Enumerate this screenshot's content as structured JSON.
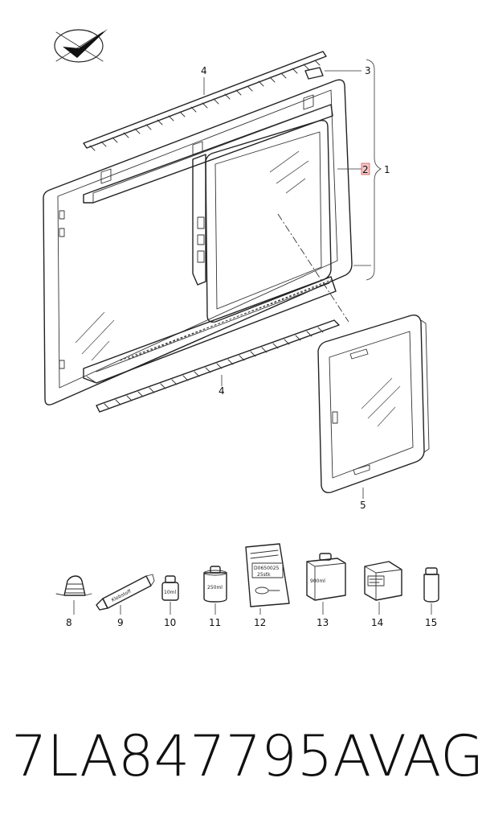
{
  "diagram": {
    "callouts": {
      "c1": "1",
      "c2": "2",
      "c3": "3",
      "c4_top": "4",
      "c4_bottom": "4",
      "c5": "5",
      "c8": "8",
      "c9": "9",
      "c10": "10",
      "c11": "11",
      "c12": "12",
      "c13": "13",
      "c14": "14",
      "c15": "15"
    },
    "item_labels": {
      "tube": "Klebstoff",
      "bottle10": "10ml",
      "can250": "250ml",
      "bag_line1": "D0650025",
      "bag_line2": "25stk",
      "box900": "900ml"
    },
    "highlight_color": "#f3c6c6",
    "highlighted_callout": "2",
    "logo_icon": "check-plane-icon"
  },
  "footer": {
    "part_number": "7LA847795A",
    "brand": "VAG"
  }
}
